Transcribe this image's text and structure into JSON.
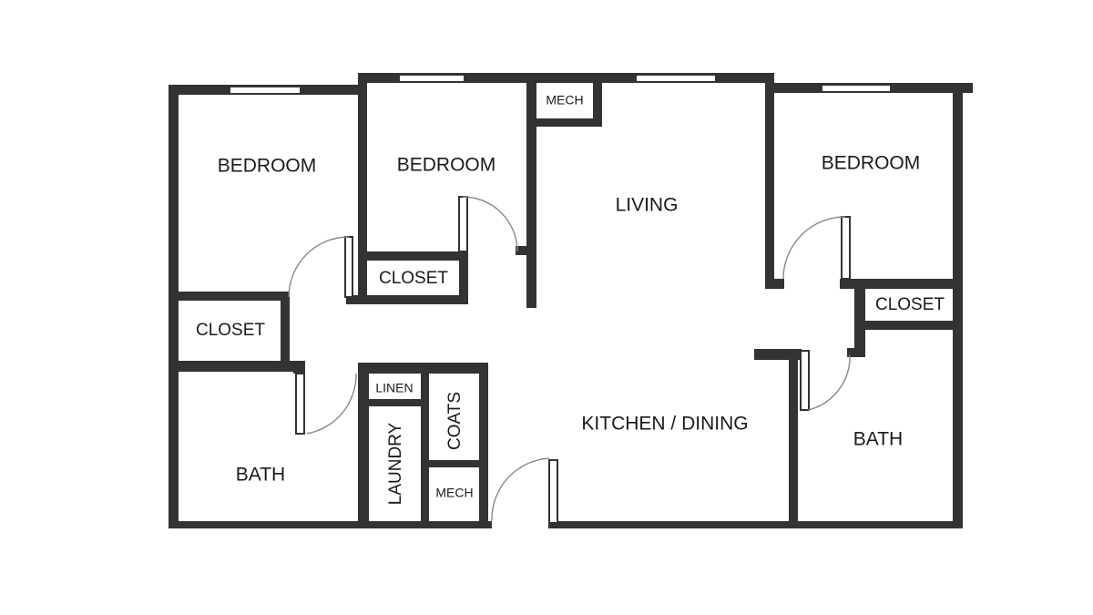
{
  "floor_plan": {
    "rooms": {
      "bedroom_left": "BEDROOM",
      "bedroom_center": "BEDROOM",
      "bedroom_right": "BEDROOM",
      "living": "LIVING",
      "kitchen_dining": "KITCHEN / DINING",
      "bath_left": "BATH",
      "bath_right": "BATH",
      "closet_left": "CLOSET",
      "closet_center": "CLOSET",
      "closet_right": "CLOSET",
      "mech_top": "MECH",
      "mech_bottom": "MECH",
      "linen": "LINEN",
      "laundry": "LAUNDRY",
      "coats": "COATS"
    },
    "colors": {
      "wall": "#333333",
      "background": "#ffffff",
      "door_swing": "#888888"
    }
  }
}
